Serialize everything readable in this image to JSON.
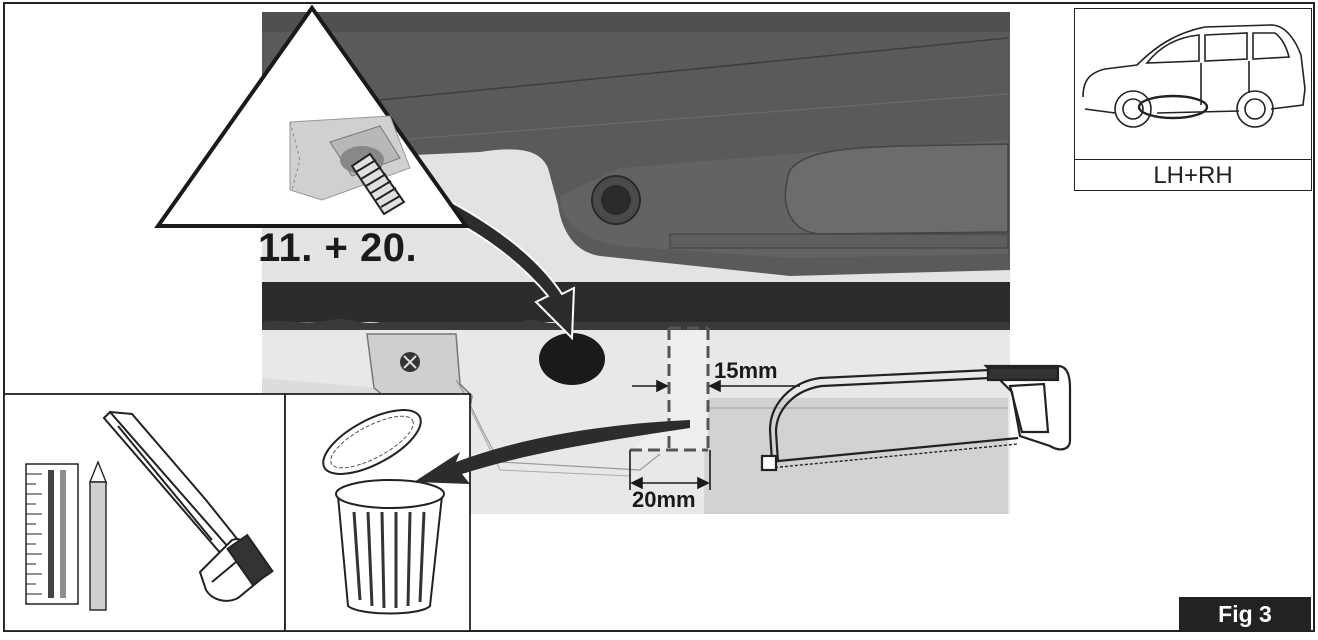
{
  "step_label": "11. + 20.",
  "dimensions": {
    "side_cut": "15mm",
    "bottom_cut": "20mm"
  },
  "vehicle_side_label": "LH+RH",
  "figure_label": "Fig 3",
  "icons": [
    "hacksaw-icon",
    "ruler-icon",
    "pencil-icon",
    "trash-bin-icon",
    "threaded-stud-warning-icon",
    "car-side-view-icon"
  ],
  "colors": {
    "panel_dark": "#58585a",
    "panel_light": "#e6e6e6",
    "panel_mid": "#d6d6d6",
    "label_bg": "#222222"
  }
}
